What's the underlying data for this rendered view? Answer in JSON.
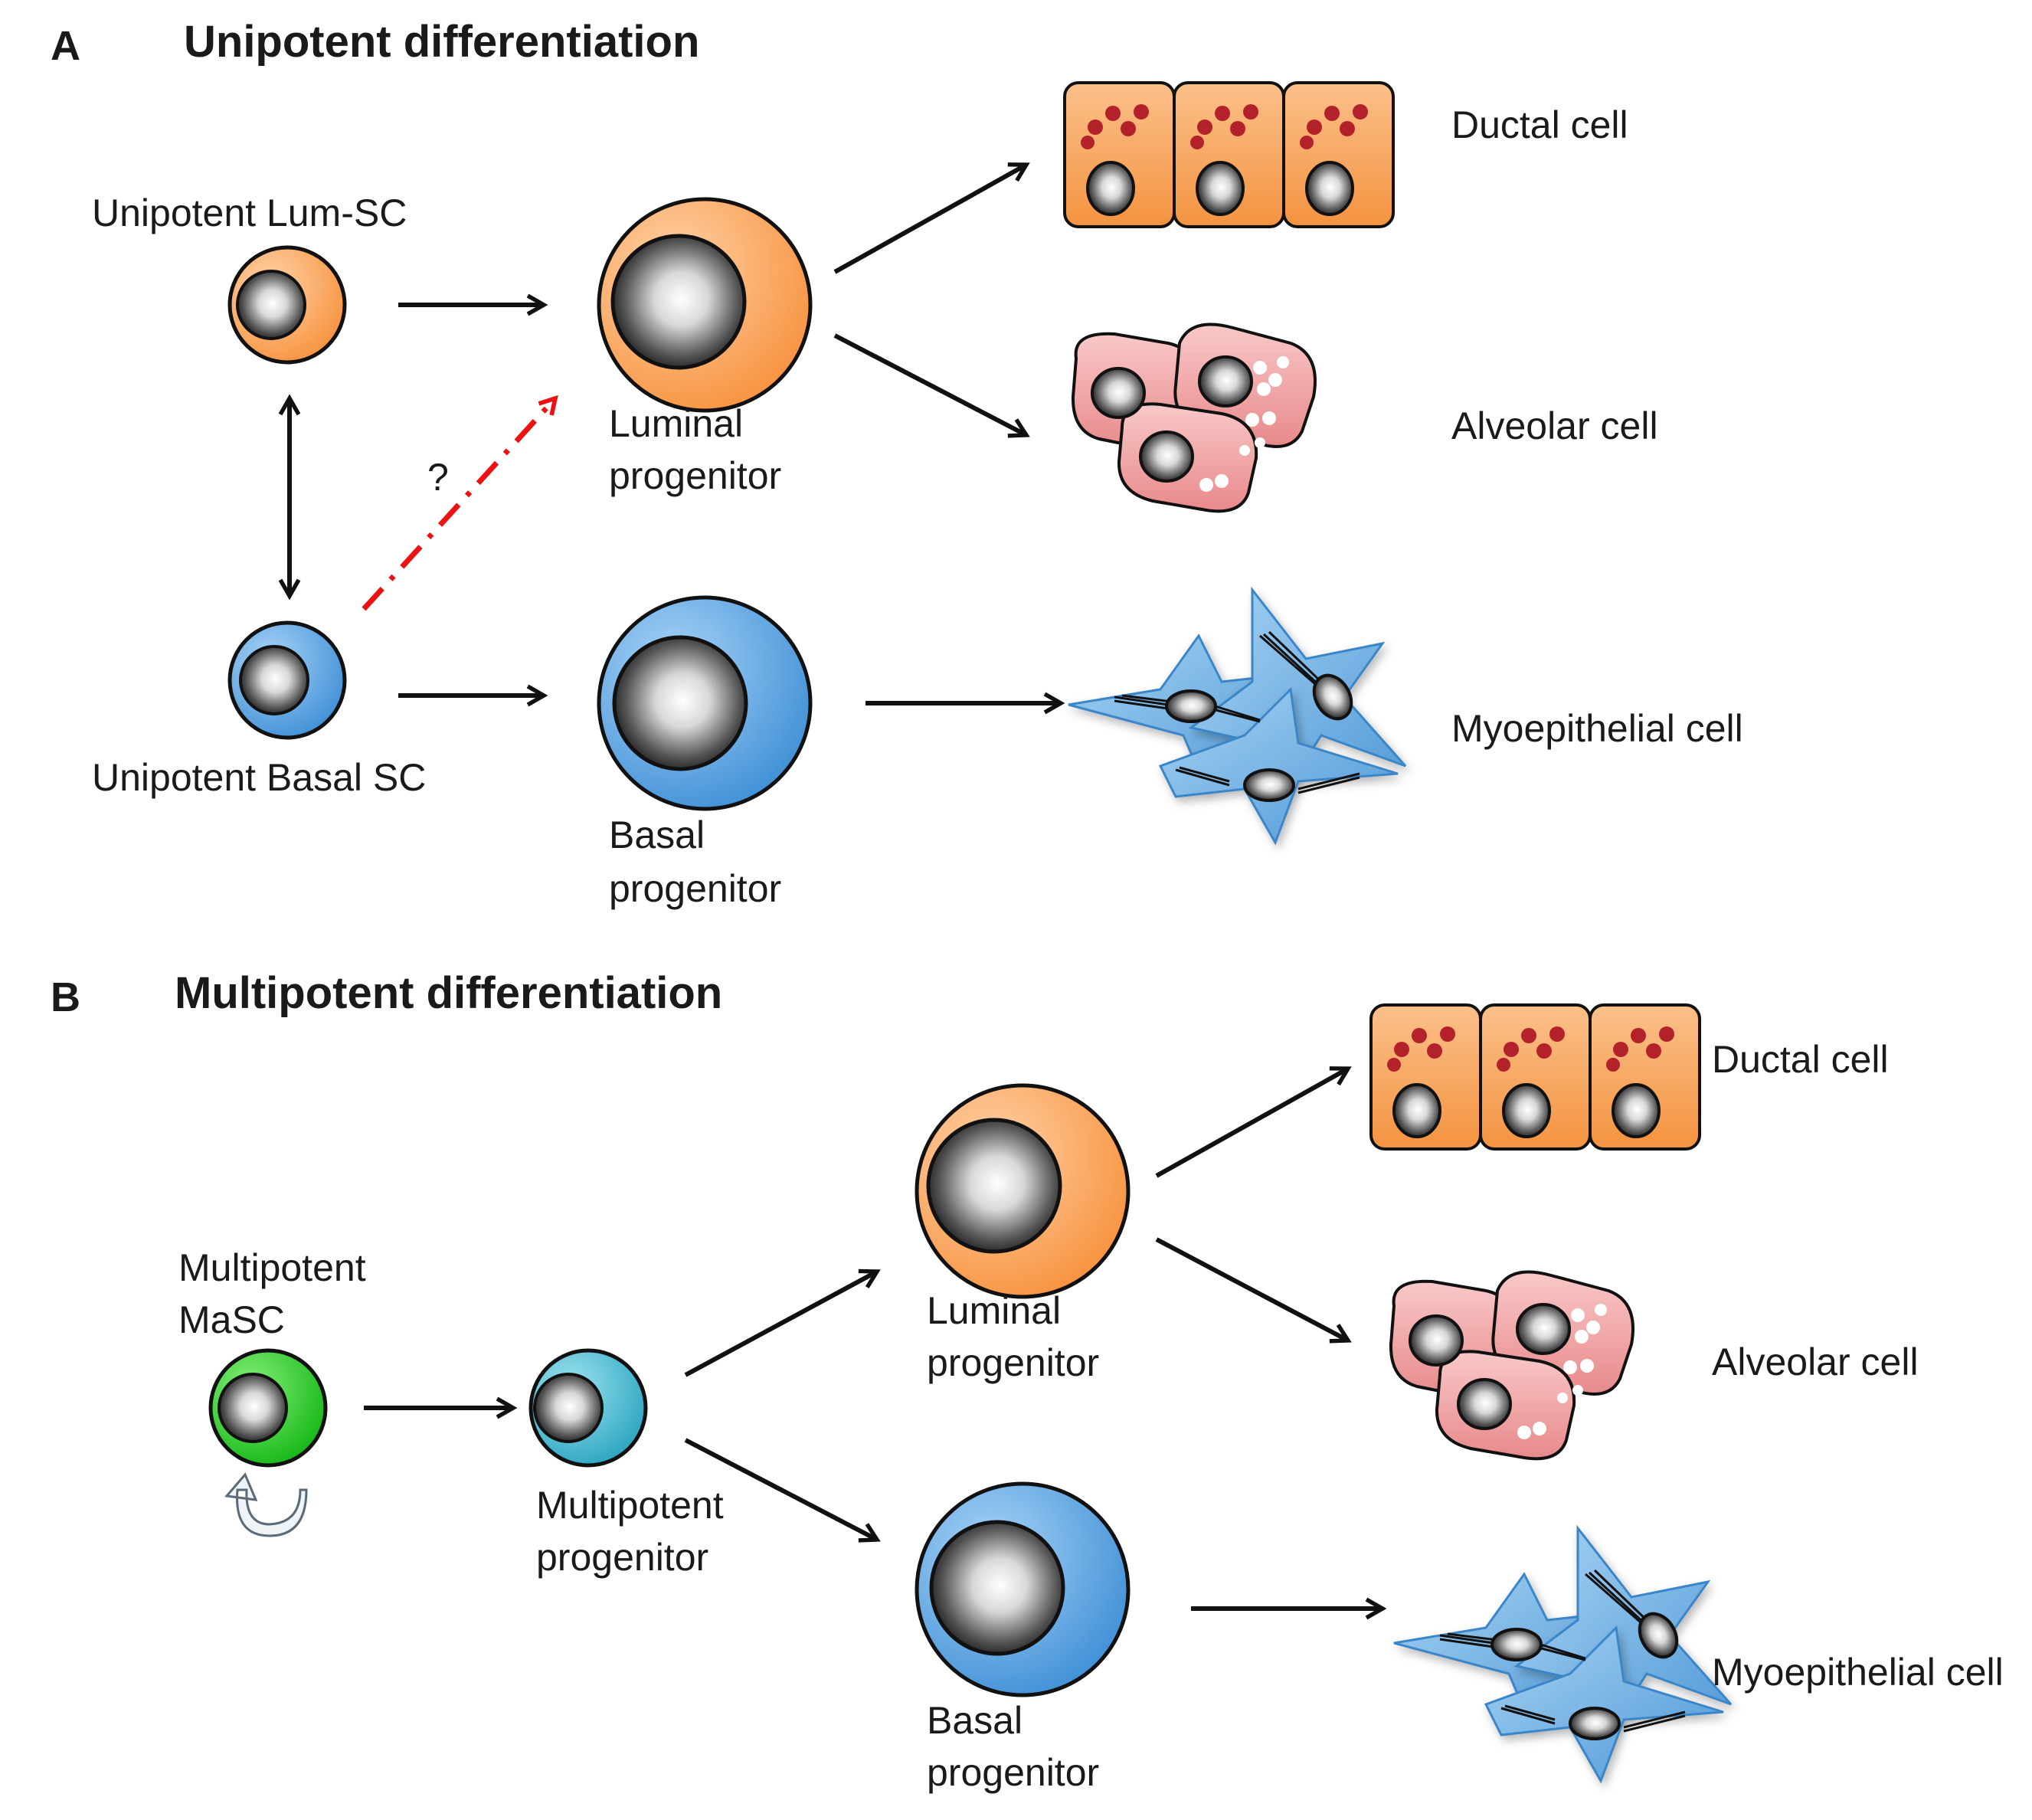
{
  "colors": {
    "luminal": "#f7a45c",
    "basal": "#4f9fe0",
    "masc": "#22c423",
    "multipotent": "#3bb3cc",
    "ductal": "#f5a050",
    "alveolar": "#f0a0a0",
    "myoepithelial": "#6fb0e0",
    "question_arrow": "#ee1111"
  },
  "icons": [
    "round-cell-icon",
    "ductal-cell-icon",
    "alveolar-cell-icon",
    "myoepithelial-cell-icon",
    "self-renewal-arrow-icon"
  ],
  "panel_a": {
    "letter": "A",
    "title": "Unipotent differentiation",
    "lum_sc": "Unipotent Lum-SC",
    "basal_sc": "Unipotent Basal SC",
    "question_mark": "?",
    "luminal_progenitor": [
      "Luminal",
      "progenitor"
    ],
    "basal_progenitor": [
      "Basal",
      "progenitor"
    ],
    "ductal": "Ductal cell",
    "alveolar": "Alveolar cell",
    "myoepithelial": "Myoepithelial cell"
  },
  "panel_b": {
    "letter": "B",
    "title": "Multipotent differentiation",
    "masc": [
      "Multipotent",
      "MaSC"
    ],
    "multipotent_progenitor": [
      "Multipotent",
      "progenitor"
    ],
    "luminal_progenitor": [
      "Luminal",
      "progenitor"
    ],
    "basal_progenitor": [
      "Basal",
      "progenitor"
    ],
    "ductal": "Ductal cell",
    "alveolar": "Alveolar cell",
    "myoepithelial": "Myoepithelial cell"
  }
}
